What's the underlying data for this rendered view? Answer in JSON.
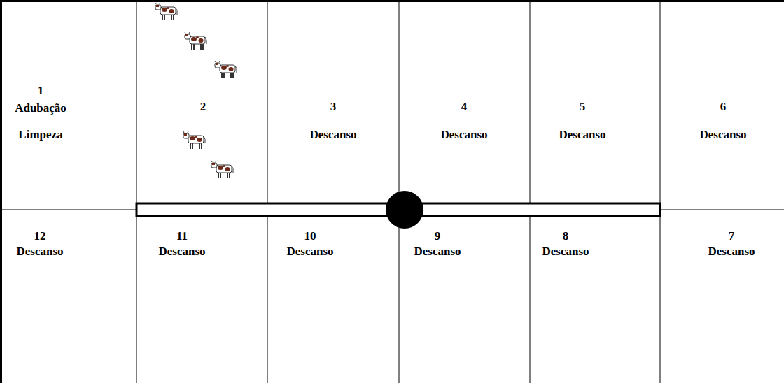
{
  "diagram": {
    "nodes": [
      {
        "text": [
          "1",
          "Adubação",
          "Limpeza"
        ]
      },
      {
        "text": [
          "2"
        ]
      },
      {
        "text": [
          "3",
          "Descanso"
        ]
      },
      {
        "text": [
          "4",
          "Descanso"
        ]
      },
      {
        "text": [
          "5",
          "Descanso"
        ]
      },
      {
        "text": [
          "6",
          "Descanso"
        ]
      },
      {
        "text": [
          "12",
          "Descanso"
        ]
      },
      {
        "text": [
          "11",
          "Descanso"
        ]
      },
      {
        "text": [
          "10",
          "Descanso"
        ]
      },
      {
        "text": [
          "9",
          "Descanso"
        ]
      },
      {
        "text": [
          "8",
          "Descanso"
        ]
      },
      {
        "text": [
          "7",
          "Descanso"
        ]
      }
    ]
  }
}
